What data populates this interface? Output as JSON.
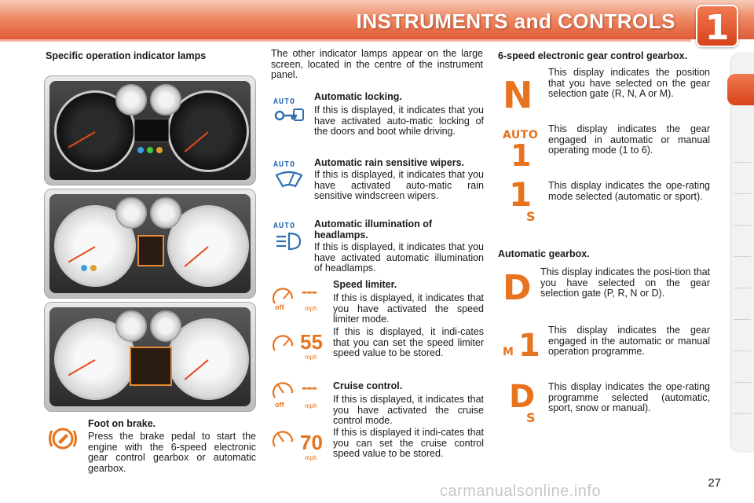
{
  "header": {
    "title": "INSTRUMENTS and CONTROLS",
    "chapter": "1"
  },
  "col1": {
    "title": "Specific operation indicator lamps",
    "foot_brake": {
      "title": "Foot on brake.",
      "body": "Press the brake pedal to start the engine with the 6-speed electronic gear control gearbox or automatic gearbox."
    }
  },
  "col2": {
    "intro": "The other indicator lamps appear on the large screen, located in the centre of the instrument panel.",
    "auto_locking": {
      "title": "Automatic locking.",
      "body": "If this is displayed, it indicates that you have activated auto-matic locking of the doors and boot while driving."
    },
    "auto_wipers": {
      "title": "Automatic rain sensitive wipers.",
      "body": "If this is displayed, it indicates that you have activated auto-matic rain sensitive windscreen wipers."
    },
    "auto_headlamps": {
      "title": "Automatic illumination of headlamps.",
      "body": "If this is displayed, it indicates that you have activated automatic illumination of headlamps."
    },
    "speed_limiter": {
      "title": "Speed limiter.",
      "body1": "If this is displayed, it indicates that you have activated the speed limiter mode.",
      "body2": "If this is displayed, it indi-cates that you can set the speed limiter speed value to be stored."
    },
    "cruise_control": {
      "title": "Cruise control.",
      "body1": "If this is displayed, it indicates that you have activated the cruise control mode.",
      "body2": "If this is displayed it indi-cates that you can set the cruise control speed value to be stored."
    }
  },
  "col3": {
    "gearbox6_title": "6-speed electronic gear control gearbox.",
    "n_text": "This display indicates the position that you have selected on the gear selection gate (R, N, A or M).",
    "auto1_text": "This display indicates the gear engaged in automatic or manual operating mode (1 to 6).",
    "s1_text": "This display indicates the ope-rating mode selected (automatic or sport).",
    "auto_gearbox_title": "Automatic gearbox.",
    "d_text": "This display indicates the posi-tion that you have selected on the gear selection gate (P, R, N or D).",
    "m1_text": "This display indicates the gear engaged in the automatic or manual operation programme.",
    "ds_text": "This display indicates the ope-rating programme selected (automatic, sport, snow or manual)."
  },
  "icons": {
    "auto_label": "AUTO",
    "off_label": "off",
    "mph_label": "mph",
    "speed_55": "55",
    "speed_70": "70",
    "dashes": "---",
    "gear_n": "N",
    "gear_1": "1",
    "gear_s": "S",
    "gear_d": "D",
    "gear_m": "M"
  },
  "footer": {
    "page_number": "27",
    "watermark": "carmanualsonline.info"
  },
  "colors": {
    "accent": "#e05a36",
    "icon_orange": "#e8731f",
    "icon_blue": "#2f6fb0"
  }
}
